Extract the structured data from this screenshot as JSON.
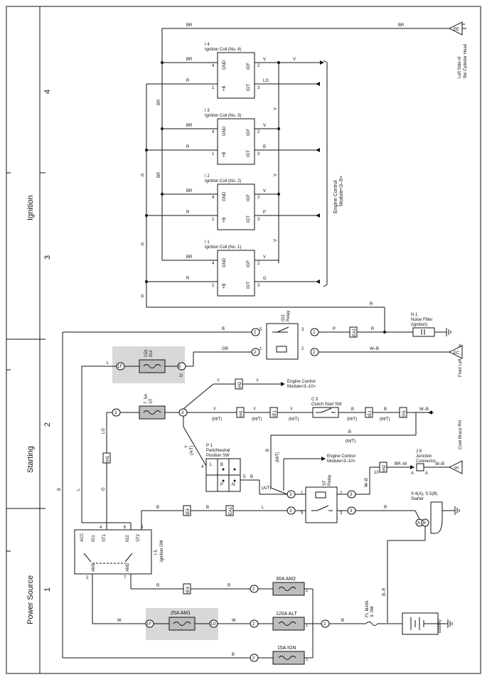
{
  "sections": {
    "ignition": "Ignition",
    "starting": "Starting",
    "power_source": "Power Source"
  },
  "grid": {
    "n4": "4",
    "n3": "3",
    "n2": "2",
    "n1": "1"
  },
  "coils": [
    {
      "code": "I 4",
      "name": "Ignition Coil (No. 4)",
      "igt_wire": "LG"
    },
    {
      "code": "I 3",
      "name": "Ignition Coil (No. 3)",
      "igt_wire": "B"
    },
    {
      "code": "I 2",
      "name": "Ignition Coil (No. 2)",
      "igt_wire": "P"
    },
    {
      "code": "I 1",
      "name": "Ignition Coil (No. 1)",
      "igt_wire": "G"
    }
  ],
  "pins": {
    "gnd": "GND",
    "plusb": "+B",
    "igf": "IGF",
    "igt": "IGT",
    "p1": "1",
    "p2": "2",
    "p3": "3",
    "p4": "4",
    "p5": "5",
    "p6": "6",
    "p7": "7",
    "p8": "8",
    "p10": "10"
  },
  "wires": {
    "br": "BR",
    "r": "R",
    "v": "V",
    "b": "B",
    "gr": "GR",
    "wb": "W–B",
    "y": "Y",
    "lg": "LG",
    "l": "L",
    "g": "G",
    "w": "W",
    "brw": "BR–W",
    "br_r": "B–R",
    "p": "P",
    "mt": "(M/T)",
    "at": "(A/T)"
  },
  "ecm_ign": {
    "line1": "Engine Control",
    "line2": "Module<3–9>"
  },
  "ground_ee": {
    "code": "EE",
    "line1": "Left Side of",
    "line2": "the Cylinder Head"
  },
  "ground_ec": {
    "code": "EC",
    "label": "Front Left Fender"
  },
  "ground_ih": {
    "code": "IH",
    "label": "Cowl Brace RH"
  },
  "noise_filter": {
    "code": "N 1",
    "line1": "Noise Filter",
    "line2": "(Ignition)"
  },
  "ig2_relay": {
    "line1": "IG2",
    "line2": "Relay"
  },
  "st_relay": {
    "line1": "ST",
    "line2": "Relay"
  },
  "fuses": {
    "ig2": {
      "line1": "15A",
      "line2": "IG2"
    },
    "st": {
      "line1": "7. 5A",
      "line2": "ST"
    },
    "am2": "30A AM2",
    "am1": "25A AM1",
    "alt": "120A ALT",
    "ign": "15A IGN",
    "fl_main": {
      "line1": "FL MAIN",
      "line2": "3. 0W"
    }
  },
  "ecm_start": {
    "line1": "Engine Control",
    "line2": "Module<3–10>"
  },
  "clutch_sw": {
    "code": "C 5",
    "label": "Clutch Start SW"
  },
  "pn_sw": {
    "code": "P 1",
    "line1": "Park/Neutral",
    "line2": "Position SW",
    "l": "L",
    "b": "B",
    "p": "P",
    "n": "N"
  },
  "junction": {
    "code": "J 9",
    "line1": "Junction",
    "line2": "Connector",
    "a": "A"
  },
  "starter": {
    "code": "S 4(A), S 5(B)",
    "label": "Starter",
    "a": "A",
    "b": "B"
  },
  "ign_sw": {
    "code": "I 5",
    "label": "Ignition SW",
    "acc": "ACC",
    "ig1": "IG1",
    "st1": "ST1",
    "ig2": "IG2",
    "st2": "ST2",
    "am1": "AM1",
    "am2": "AM2"
  },
  "battery": "Battery",
  "connectors": {
    "ea1": "EA1",
    "ih2": "IH2",
    "ih1": "IH1",
    "ie1": "IE1",
    "ie4": "IE4",
    "if": "1F",
    "ig": "1G",
    "ib": "2I",
    "c1": "1"
  }
}
